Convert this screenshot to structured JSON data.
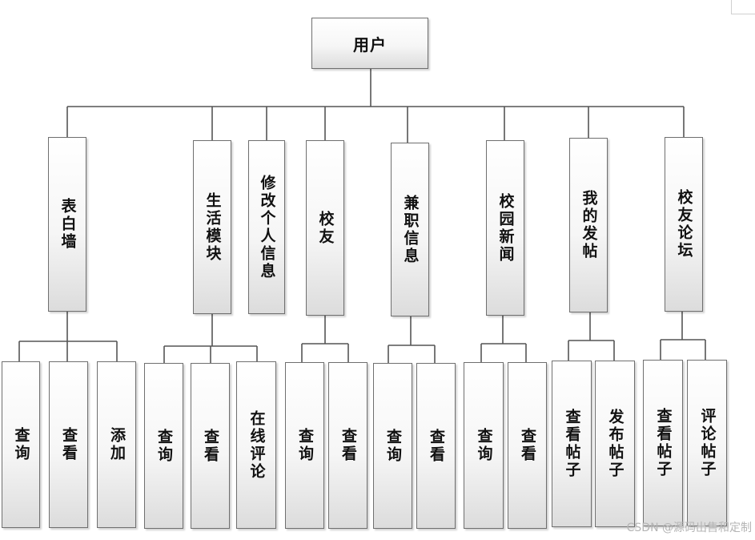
{
  "root": {
    "label": "用户"
  },
  "modules": [
    {
      "label": "表白墙",
      "children": [
        "查询",
        "查看",
        "添加"
      ]
    },
    {
      "label": "生活模块",
      "children": [
        "查询",
        "查看",
        "在线评论"
      ]
    },
    {
      "label": "修改个人信息",
      "children": []
    },
    {
      "label": "校友",
      "children": [
        "查询",
        "查看"
      ]
    },
    {
      "label": "兼职信息",
      "children": [
        "查询",
        "查看"
      ]
    },
    {
      "label": "校园新闻",
      "children": [
        "查询",
        "查看"
      ]
    },
    {
      "label": "我的发帖",
      "children": [
        "查看帖子",
        "发布帖子"
      ]
    },
    {
      "label": "校友论坛",
      "children": [
        "查看帖子",
        "评论帖子"
      ]
    }
  ],
  "watermark": "CSDN @源码出售和定制",
  "colors": {
    "line": "#555555",
    "box_border": "#6f6f6f",
    "box_fill_bottom": "#dcdcdc"
  }
}
